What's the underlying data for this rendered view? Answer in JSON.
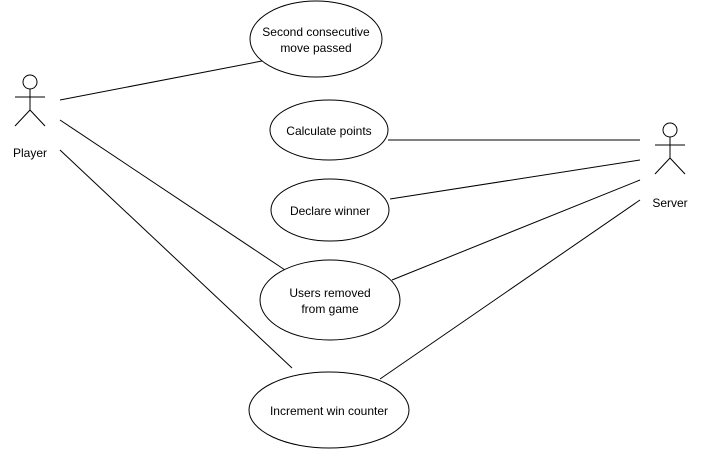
{
  "actors": {
    "player": {
      "label": "Player"
    },
    "server": {
      "label": "Server"
    }
  },
  "use_cases": {
    "second_move": {
      "line1": "Second consecutive",
      "line2": "move passed"
    },
    "calculate_points": {
      "line1": "Calculate points"
    },
    "declare_winner": {
      "line1": "Declare winner"
    },
    "users_removed": {
      "line1": "Users removed",
      "line2": "from game"
    },
    "increment_win": {
      "line1": "Increment win counter"
    }
  }
}
